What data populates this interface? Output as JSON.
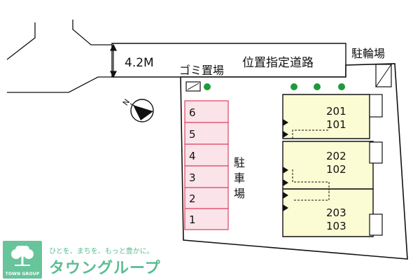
{
  "road": {
    "width_label": "4.2M",
    "name_label": "位置指定道路"
  },
  "garbage": {
    "label": "ゴミ置場"
  },
  "bicycle": {
    "label": "駐輪場"
  },
  "parking": {
    "label": "駐車場",
    "spaces": [
      "6",
      "5",
      "4",
      "3",
      "2",
      "1"
    ]
  },
  "units": [
    {
      "upper": "201",
      "lower": "101"
    },
    {
      "upper": "202",
      "lower": "102"
    },
    {
      "upper": "203",
      "lower": "103"
    }
  ],
  "compass": {
    "north_label": "N"
  },
  "logo": {
    "mark_text": "TOWN GROUP",
    "tagline": "ひとを、まちを、もっと豊かに。",
    "name": "タウングループ"
  },
  "colors": {
    "parking_fill": "#fbe3ea",
    "parking_stroke": "#d9435f",
    "building_fill": "#fbfbd4",
    "tree": "#1f9a3a",
    "brand": "#5cbd92"
  }
}
